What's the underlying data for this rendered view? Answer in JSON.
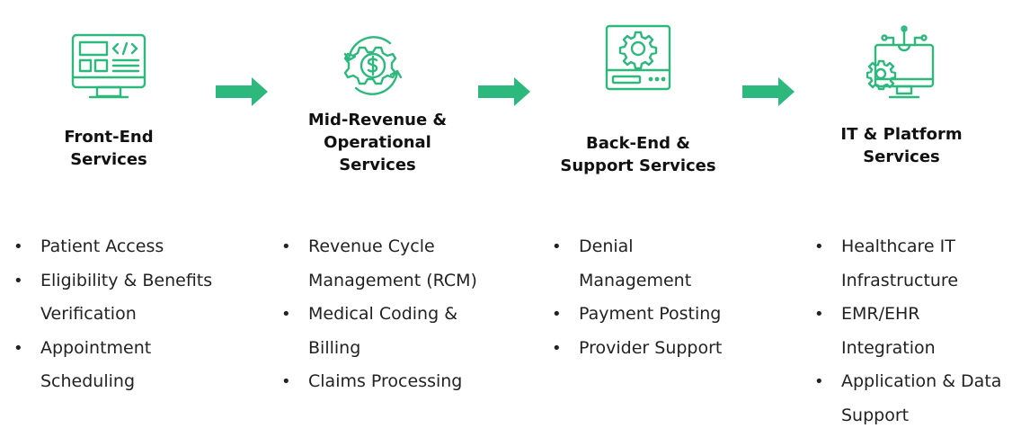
{
  "stages": [
    {
      "title_lines": [
        "Front-End",
        "Services"
      ],
      "icon": "monitor-code-icon",
      "items": [
        [
          "Patient Access"
        ],
        [
          "Eligibility & Benefits",
          "Verification"
        ],
        [
          "Appointment",
          "Scheduling"
        ]
      ]
    },
    {
      "title_lines": [
        "Mid-Revenue &",
        "Operational",
        "Services"
      ],
      "icon": "dollar-gear-cycle-icon",
      "items": [
        [
          "Revenue Cycle",
          "Management (RCM)"
        ],
        [
          "Medical Coding &",
          "Billing"
        ],
        [
          "Claims Processing"
        ]
      ]
    },
    {
      "title_lines": [
        "Back-End &",
        "Support Services"
      ],
      "icon": "server-gear-icon",
      "items": [
        [
          "Denial",
          "Management"
        ],
        [
          "Payment Posting"
        ],
        [
          "Provider Support"
        ]
      ]
    },
    {
      "title_lines": [
        "IT & Platform",
        "Services"
      ],
      "icon": "computer-circuit-gear-icon",
      "items": [
        [
          "Healthcare IT",
          "Infrastructure"
        ],
        [
          "EMR/EHR",
          "Integration"
        ],
        [
          "Application & Data",
          "Support"
        ]
      ]
    }
  ],
  "colors": {
    "accent": "#2db87e",
    "text": "#1a1a1a"
  }
}
